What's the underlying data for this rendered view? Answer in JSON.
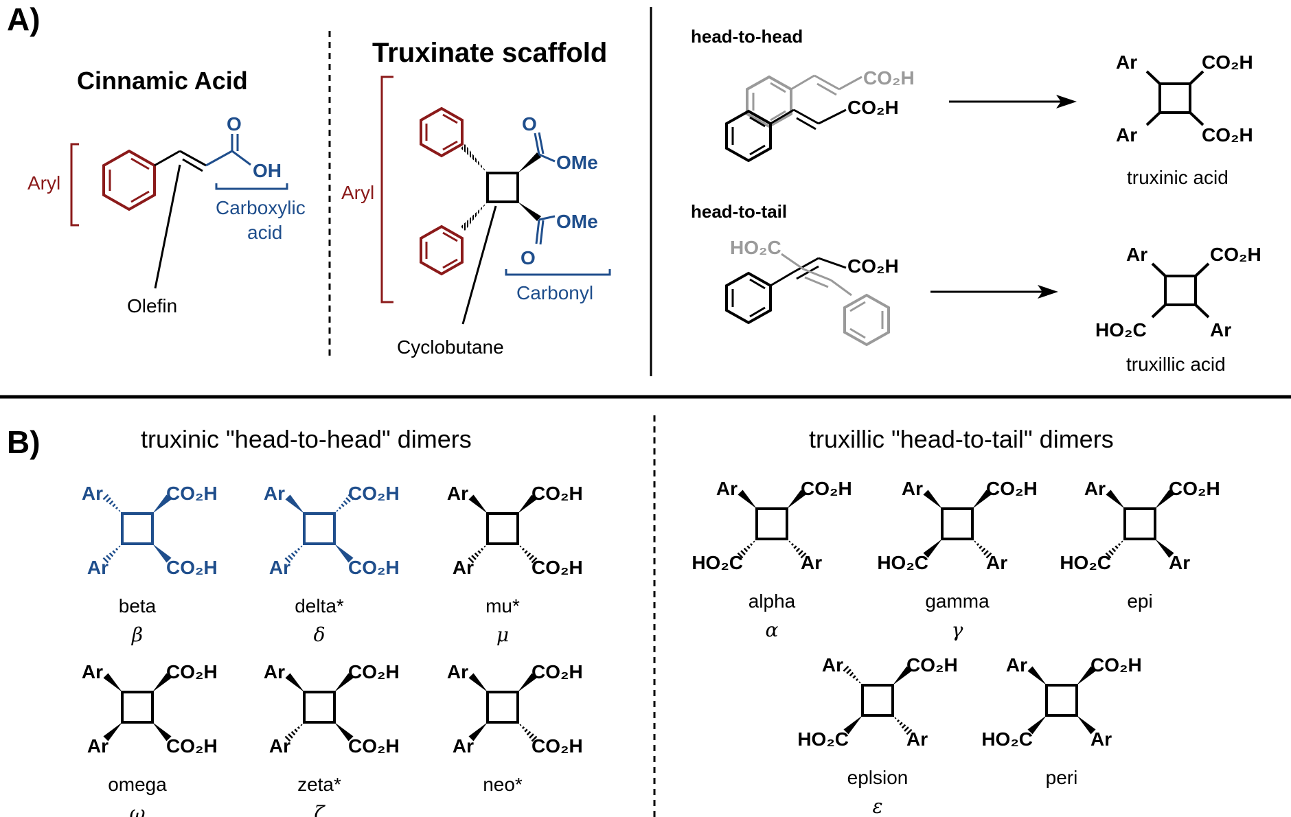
{
  "panel_a": {
    "label": "A)",
    "cinnamic": {
      "title": "Cinnamic Acid",
      "aryl_label": "Aryl",
      "carbonyl_o": "O",
      "oh": "OH",
      "carboxylic_line1": "Carboxylic",
      "carboxylic_line2": "acid",
      "olefin": "Olefin"
    },
    "truxinate": {
      "title": "Truxinate scaffold",
      "aryl_label": "Aryl",
      "o_top": "O",
      "ome_top": "OMe",
      "ome_bottom": "OMe",
      "o_bottom": "O",
      "carbonyl": "Carbonyl",
      "cyclobutane": "Cyclobutane"
    },
    "head_to_head": {
      "heading": "head-to-head",
      "gray_group": "CO₂H",
      "black_group": "CO₂H",
      "product_ar_top": "Ar",
      "product_ar_bottom": "Ar",
      "product_co2h_top": "CO₂H",
      "product_co2h_bottom": "CO₂H",
      "product_name": "truxinic acid"
    },
    "head_to_tail": {
      "heading": "head-to-tail",
      "gray_group": "HO₂C",
      "black_group": "CO₂H",
      "product_ar_top": "Ar",
      "product_co2h_top": "CO₂H",
      "product_ho2c_bottom": "HO₂C",
      "product_ar_bottom": "Ar",
      "product_name": "truxillic acid"
    }
  },
  "panel_b": {
    "label": "B)",
    "truxinic_heading": "truxinic \"head-to-head\" dimers",
    "truxillic_heading": "truxillic \"head-to-tail\" dimers",
    "group_ar": "Ar",
    "group_co2h": "CO₂H",
    "group_ho2c": "HO₂C",
    "truxinic": [
      {
        "name": "beta",
        "symbol": "β"
      },
      {
        "name": "delta*",
        "symbol": "δ"
      },
      {
        "name": "mu*",
        "symbol": "μ"
      },
      {
        "name": "omega",
        "symbol": "ω"
      },
      {
        "name": "zeta*",
        "symbol": "ζ"
      },
      {
        "name": "neo*",
        "symbol": ""
      }
    ],
    "truxillic": [
      {
        "name": "alpha",
        "symbol": "α"
      },
      {
        "name": "gamma",
        "symbol": "γ"
      },
      {
        "name": "epi",
        "symbol": ""
      },
      {
        "name": "eplsion",
        "symbol": "ε"
      },
      {
        "name": "peri",
        "symbol": ""
      }
    ]
  },
  "colors": {
    "ink": "#000000",
    "aryl_red": "#8b1a1a",
    "acid_blue": "#1f4e8c",
    "gray": "#9a9a9a"
  }
}
